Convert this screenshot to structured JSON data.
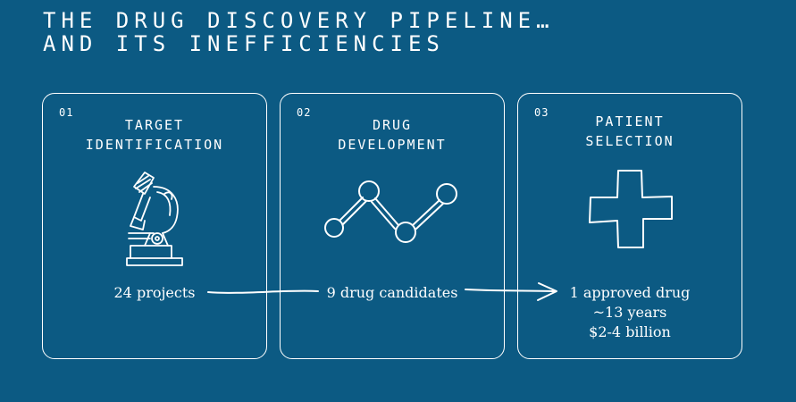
{
  "title": {
    "line1": "THE DRUG DISCOVERY PIPELINE…",
    "line2": "AND ITS INEFFICIENCIES"
  },
  "stages": [
    {
      "number": "01",
      "title_line1": "TARGET",
      "title_line2": "IDENTIFICATION",
      "icon": "microscope-icon",
      "stat": "24 projects"
    },
    {
      "number": "02",
      "title_line1": "DRUG",
      "title_line2": "DEVELOPMENT",
      "icon": "molecule-icon",
      "stat": "9 drug candidates"
    },
    {
      "number": "03",
      "title_line1": "PATIENT",
      "title_line2": "SELECTION",
      "icon": "medical-cross-icon",
      "stat": "1 approved drug",
      "stat_line2": "~13 years",
      "stat_line3": "$2-4 billion"
    }
  ],
  "colors": {
    "background": "#0c5a83",
    "foreground": "#ffffff"
  }
}
